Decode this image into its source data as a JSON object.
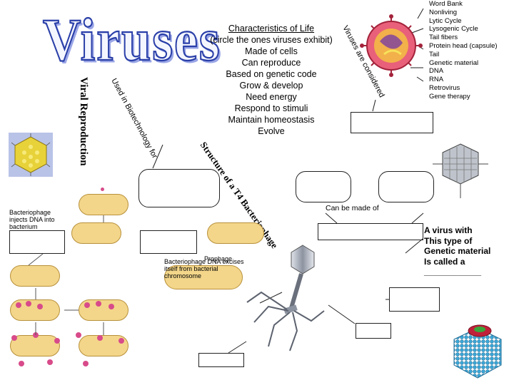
{
  "title": "Viruses",
  "characteristics": {
    "heading": "Characteristics of Life",
    "subheading": "(circle the ones viruses exhibit)",
    "items": [
      "Made of cells",
      "Can reproduce",
      "Based on genetic code",
      "Grow & develop",
      "Need energy",
      "Respond to stimuli",
      "Maintain homeostasis",
      "Evolve"
    ]
  },
  "word_bank": {
    "title": "Word Bank",
    "items": [
      "Nonliving",
      "Lytic Cycle",
      "Lysogenic Cycle",
      "Tail fibers",
      "Protein head (capsule)",
      "Tail",
      "Genetic material",
      "DNA",
      "RNA",
      "Retrovirus",
      "Gene therapy"
    ]
  },
  "curved_labels": {
    "viruses_are_considered": "Viruses are considered",
    "used_in_biotechnology_for": "Used in Biotechnology for",
    "viral_reproduction": "Viral Reproduction",
    "structure_of_t4": "Structure of a T4 Bacteriophage"
  },
  "can_be_made_of": "Can be made of",
  "virus_with_this_type": {
    "lines": [
      "A virus with",
      "This type of",
      "Genetic material",
      "Is called a"
    ],
    "blank": "____________"
  },
  "image_captions": {
    "bacteriophage_injects": "Bacteriophage injects DNA into bacterium",
    "prophage": "Prophage",
    "bacteriophage_dna_excises": "Bacteriophage DNA excises itself from bacterial chromosome"
  },
  "colors": {
    "title_stroke": "#2a3fa8",
    "cell_fill": "#f3d68a",
    "virus_pink": "#d84b8a",
    "adeno_yellow": "#e8d23a",
    "adeno_bg": "#b9c3e8",
    "cyan_virus": "#3aa6d6",
    "red_cap": "#c0203a"
  }
}
